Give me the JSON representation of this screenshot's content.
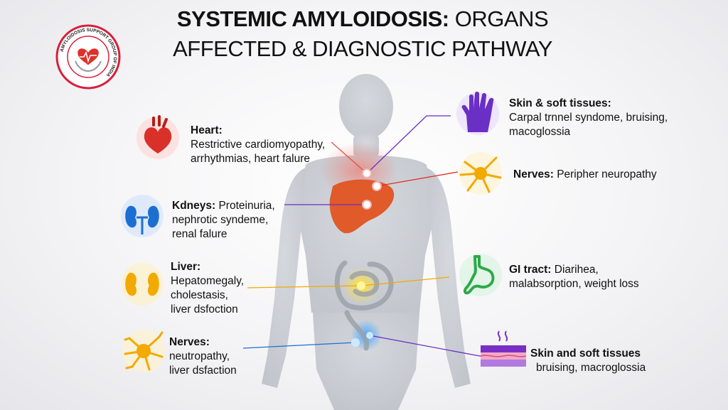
{
  "title": {
    "line1_bold": "SYSTEMIC AMYLOIDOSIS:",
    "line1_rest": "ORGANS",
    "line2": "AFFECTED & DIAGNOSTIC PATHWAY"
  },
  "logo": {
    "text": "AMYLOIDOSIS SUPPORT GROUP OF INDIA",
    "ring_color": "#d81f3a"
  },
  "callouts": {
    "heart": {
      "heading": "Heart:",
      "lines": [
        "Restrictive cardiomyopathy,",
        "arrhythmias, heart falure"
      ],
      "color": "#e0302a",
      "icon": "heart-icon"
    },
    "kidneys": {
      "heading": "Kdneys:",
      "lines": [
        "Proteinuria,",
        "nephrotic syndeme,",
        "renal falure"
      ],
      "color": "#1c6fd1",
      "icon": "kidneys-icon"
    },
    "liver": {
      "heading": "Liver:",
      "lines": [
        "Hepatomegaly,",
        "cholestasis,",
        "liver dsfoction"
      ],
      "color": "#f2a900",
      "icon": "liver-icon"
    },
    "nerves_left": {
      "heading": "Nerves:",
      "lines": [
        "neutropathy,",
        "liver dsfaction"
      ],
      "color": "#f2a900",
      "icon": "nerve-cell-icon"
    },
    "skin_top": {
      "heading": "Skin & soft tissues:",
      "lines": [
        "Carpal trnnel syndome, bruising,",
        "macoglossia"
      ],
      "color": "#6a2fc4",
      "icon": "hand-icon"
    },
    "nerves_right": {
      "heading": "Nerves:",
      "lines": [
        "Peripher neuropathy"
      ],
      "color": "#f2a900",
      "icon": "nerve-cell-icon"
    },
    "gi": {
      "heading": "GI tract:",
      "lines": [
        "Diarihea,",
        "malabsorption, weight loss"
      ],
      "color": "#2fa84a",
      "icon": "stomach-icon"
    },
    "skin_bottom": {
      "heading": "Skin and soft tissues",
      "lines": [
        "bruising, macroglossia"
      ],
      "color": "#7a2fc4",
      "icon": "skin-layers-icon"
    }
  }
}
